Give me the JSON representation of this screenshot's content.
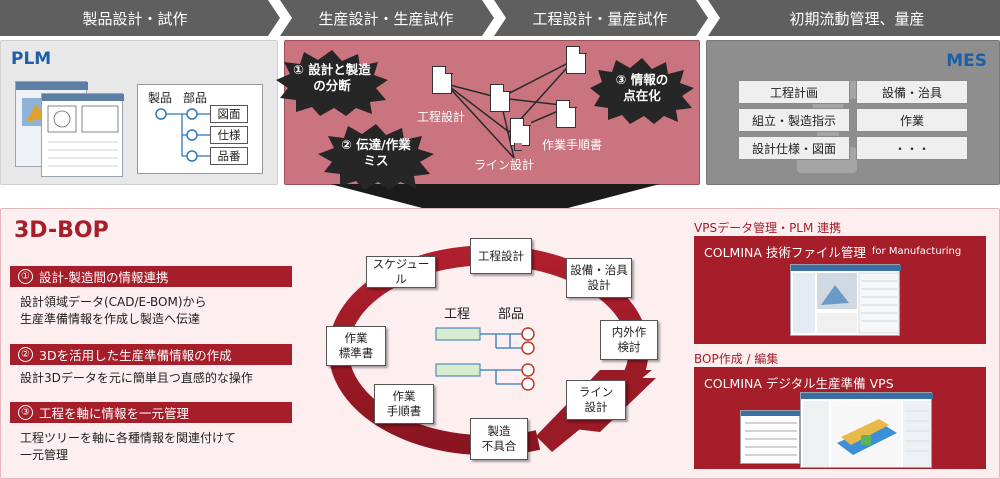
{
  "header": {
    "stages": [
      "製品設計・試作",
      "生産設計・生産試作",
      "工程設計・量産試作",
      "初期流動管理、量産"
    ]
  },
  "plm": {
    "title": "PLM",
    "tree_product": "製品",
    "tree_part": "部品",
    "items": [
      "図面",
      "仕様",
      "品番"
    ]
  },
  "problem": {
    "bursts": [
      "① 設計と製造\nの分断",
      "② 伝達/作業\nミス",
      "③ 情報の\n点在化"
    ],
    "labels": [
      "工程設計",
      "作業手順書",
      "ライン設計"
    ]
  },
  "mes": {
    "title": "MES",
    "cells": [
      "工程計画",
      "設備・治具",
      "組立・製造指示",
      "作業",
      "設計仕様・図面",
      "・・・"
    ]
  },
  "bop": {
    "title": "3D-BOP",
    "points": [
      {
        "num": "①",
        "head": "設計-製造間の情報連携",
        "body": "設計領域データ(CAD/E-BOM)から\n生産準備情報を作成し製造へ伝達"
      },
      {
        "num": "②",
        "head": "3Dを活用した生産準備情報の作成",
        "body": "設計3Dデータを元に簡単且つ直感的な操作"
      },
      {
        "num": "③",
        "head": "工程を軸に情報を一元管理",
        "body": "工程ツリーを軸に各種情報を関連付けて\n一元管理"
      }
    ],
    "cycle": [
      "工程設計",
      "設備・治具\n設計",
      "内外作\n検討",
      "ライン\n設計",
      "製造\n不具合",
      "作業\n手順書",
      "作業\n標準書",
      "スケジュール"
    ],
    "center_process": "工程",
    "center_part": "部品"
  },
  "products": {
    "vps_title": "VPSデータ管理・PLM 連携",
    "vps_product": "COLMINA 技術ファイル管理",
    "vps_suffix": "for Manufacturing",
    "bop_title": "BOP作成 / 編集",
    "bop_product": "COLMINA デジタル生産準備 VPS"
  },
  "colors": {
    "accent": "#a51e2a",
    "header_gray": "#5f5f5f",
    "panel_gray": "#e8e8e8",
    "problem_pink": "#c9747e",
    "plm_blue": "#1f5fa8",
    "node_red": "#c0392b",
    "node_blue": "#2d7ab8"
  }
}
